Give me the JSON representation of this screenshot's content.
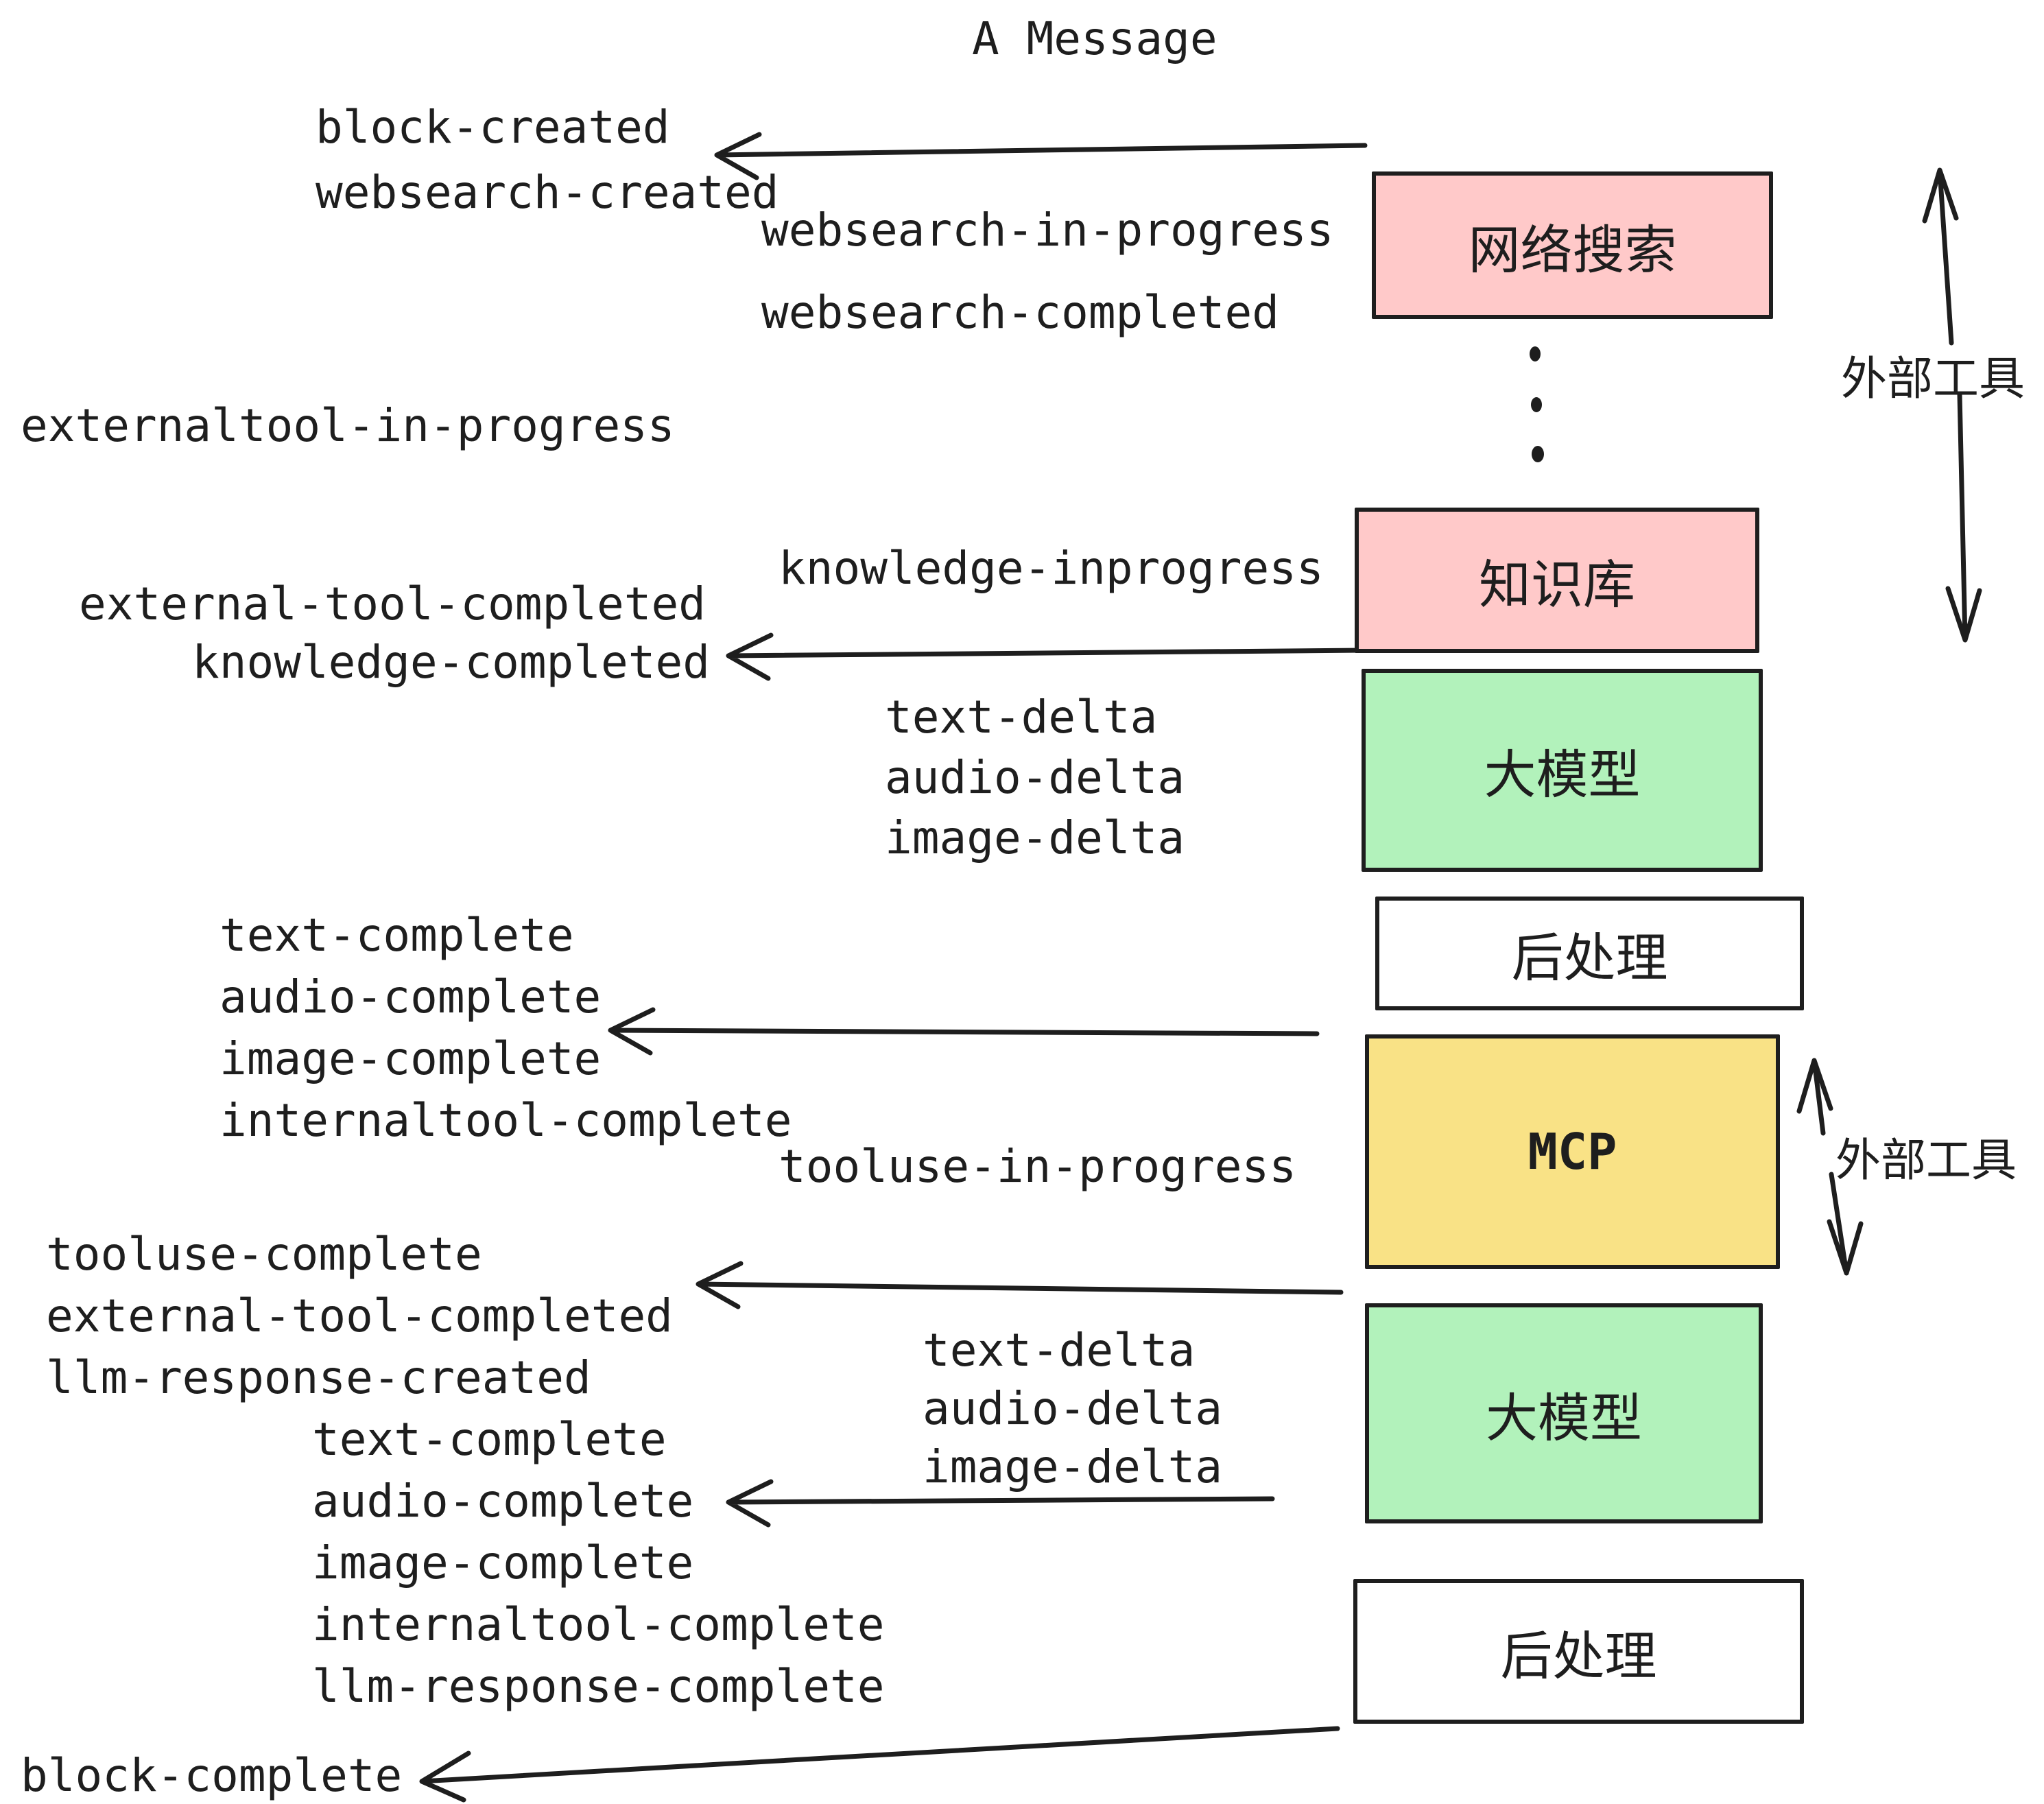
{
  "title": "A Message",
  "colors": {
    "stroke": "#1e1e1e",
    "pink": "#ffc9c9",
    "green": "#b2f2bb",
    "yellow": "#f9e286",
    "white": "#ffffff"
  },
  "boxes": {
    "websearch": {
      "label": "网络搜索",
      "color": "pink"
    },
    "knowledge": {
      "label": "知识库",
      "color": "pink"
    },
    "llm1": {
      "label": "大模型",
      "color": "green"
    },
    "post1": {
      "label": "后处理",
      "color": "white"
    },
    "mcp": {
      "label": "MCP",
      "color": "yellow"
    },
    "llm2": {
      "label": "大模型",
      "color": "green"
    },
    "post2": {
      "label": "后处理",
      "color": "white"
    }
  },
  "side_labels": {
    "external_tools_top": "外部工具",
    "external_tools_bottom": "外部工具"
  },
  "events": {
    "block_created": "block-created",
    "websearch_created": "websearch-created",
    "websearch_in_progress": "websearch-in-progress",
    "websearch_completed": "websearch-completed",
    "externaltool_in_progress": "externaltool-in-progress",
    "knowledge_inprogress": "knowledge-inprogress",
    "external_tool_completed": "external-tool-completed",
    "knowledge_completed": "knowledge-completed",
    "text_delta": "text-delta",
    "audio_delta": "audio-delta",
    "image_delta": "image-delta",
    "text_complete": "text-complete",
    "audio_complete": "audio-complete",
    "image_complete": "image-complete",
    "internaltool_complete": "internaltool-complete",
    "tooluse_in_progress": "tooluse-in-progress",
    "tooluse_complete": "tooluse-complete",
    "external_tool_completed_2": "external-tool-completed",
    "llm_response_created": "llm-response-created",
    "text_complete_2": "text-complete",
    "audio_complete_2": "audio-complete",
    "image_complete_2": "image-complete",
    "internaltool_complete_2": "internaltool-complete",
    "llm_response_complete": "llm-response-complete",
    "block_complete": "block-complete",
    "text_delta_2": "text-delta",
    "audio_delta_2": "audio-delta",
    "image_delta_2": "image-delta"
  }
}
